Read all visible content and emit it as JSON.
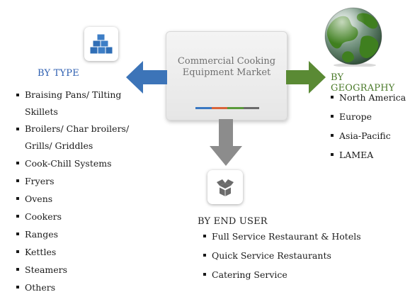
{
  "center": {
    "title_line1": "Commercial Cooking",
    "title_line2": "Equipment Market",
    "accent_colors": [
      "#3a78c2",
      "#d9643a",
      "#5a9a3a",
      "#6a6a6a"
    ]
  },
  "by_type": {
    "heading": "BY TYPE",
    "icon": "cubes-icon",
    "items": [
      "Braising Pans/ Tilting Skillets",
      "Broilers/ Char broilers/ Grills/ Griddles",
      "Cook-Chill Systems",
      "Fryers",
      "Ovens",
      "Cookers",
      "Ranges",
      "Kettles",
      "Steamers",
      "Others"
    ]
  },
  "by_geography": {
    "heading": "BY GEOGRAPHY",
    "icon": "globe-icon",
    "items": [
      "North America",
      "Europe",
      "Asia-Pacific",
      "LAMEA"
    ]
  },
  "by_end_user": {
    "heading": "BY END USER",
    "icon": "open-box-icon",
    "items": [
      "Full Service Restaurant & Hotels",
      "Quick Service Restaurants",
      "Catering Service"
    ]
  },
  "colors": {
    "type_arrow": "#3c74b8",
    "geo_arrow": "#5a8a34",
    "user_arrow": "#8c8c8c"
  }
}
